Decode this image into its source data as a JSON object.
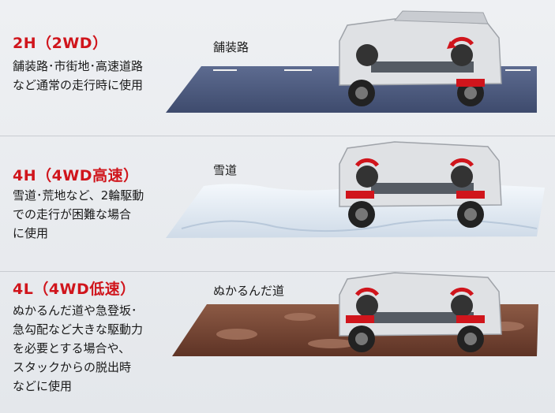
{
  "modes": [
    {
      "title": "2H（2WD）",
      "description": [
        "舗装路･市街地･高速道路",
        "など通常の走行時に使用"
      ],
      "road_label": "舗装路"
    },
    {
      "title": "4H（4WD高速）",
      "description": [
        "雪道･荒地など、2輪駆動",
        "での走行が困難な場合",
        "に使用"
      ],
      "road_label": "雪道"
    },
    {
      "title": "4L（4WD低速）",
      "description": [
        "ぬかるんだ道や急登坂･",
        "急勾配など大きな駆動力",
        "を必要とする場合や、",
        "スタックからの脱出時",
        "などに使用"
      ],
      "road_label": "ぬかるんだ道"
    }
  ],
  "colors": {
    "accent_red": "#d0151c",
    "asphalt": "#4b5a7e",
    "snow": "#e6eef6",
    "mud": "#7a4634"
  }
}
